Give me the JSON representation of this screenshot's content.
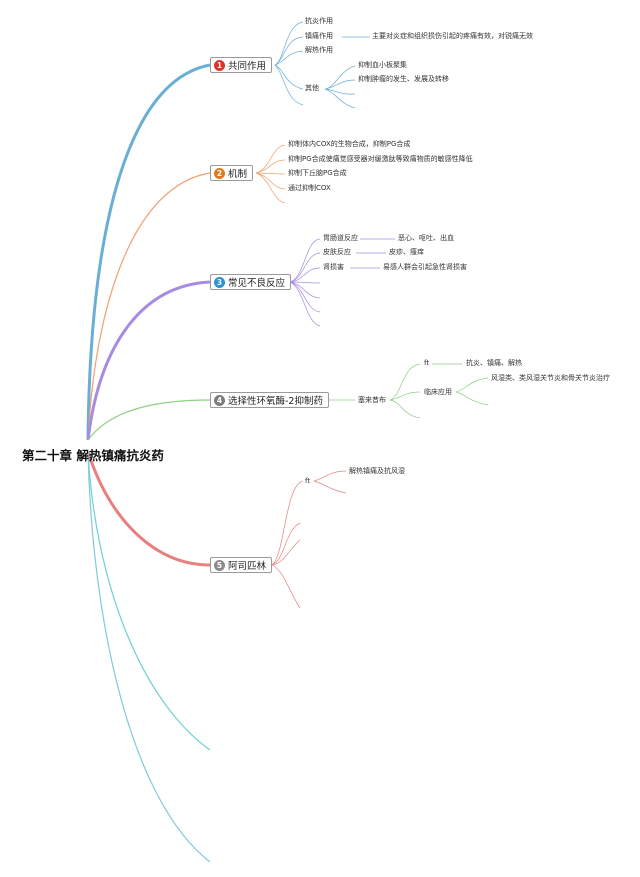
{
  "root": {
    "title": "第二十章 解热镇痛抗炎药"
  },
  "colors": {
    "branch1": "#6aaed6",
    "branch2": "#f0a070",
    "branch3": "#a78be0",
    "branch4": "#8ecf80",
    "branch5": "#e98080",
    "branch6": "#6cd0d4",
    "branch7": "#7fc9e0",
    "badge1": "#d9352a",
    "badge2": "#e07a1f",
    "badge3": "#2b94cf",
    "badge4": "#7d7d7d",
    "badge5": "#8a8a8a"
  },
  "branches": {
    "b1": {
      "number": "1",
      "label": "共同作用",
      "items": {
        "i1": "抗炎作用",
        "i2": "镇痛作用",
        "i2_detail": "主要对炎症和组织损伤引起的疼痛有效，对锐痛无效",
        "i3": "解热作用",
        "i4": "其他",
        "i4_sub1": "抑制血小板聚集",
        "i4_sub2": "抑制肿瘤的发生、发展及转移"
      }
    },
    "b2": {
      "number": "2",
      "label": "机制",
      "items": {
        "i1": "抑制体内COX的生物合成，抑制PG合成",
        "i2": "抑制PG合成使痛觉感受器对缓激肽等致痛物质的敏感性降低",
        "i3": "抑制下丘脑PG合成",
        "i4": "通过抑制COX"
      }
    },
    "b3": {
      "number": "3",
      "label": "常见不良反应",
      "items": {
        "i1": "胃肠道反应",
        "i1_detail": "恶心、呕吐、出血",
        "i2": "皮肤反应",
        "i2_detail": "皮疹、瘙痒",
        "i3": "肾损害",
        "i3_detail": "易感人群会引起急性肾损害"
      }
    },
    "b4": {
      "number": "4",
      "label": "选择性环氧酶-2抑制药",
      "drug": "塞来昔布",
      "items": {
        "i1": "ft",
        "i1_detail": "抗炎、镇痛、解热",
        "i2": "临床应用",
        "i2_detail": "风湿类、类风湿关节炎和骨关节炎治疗"
      }
    },
    "b5": {
      "number": "5",
      "label": "阿司匹林",
      "items": {
        "i1": "ft",
        "i1_detail": "解热镇痛及抗风湿"
      }
    }
  }
}
